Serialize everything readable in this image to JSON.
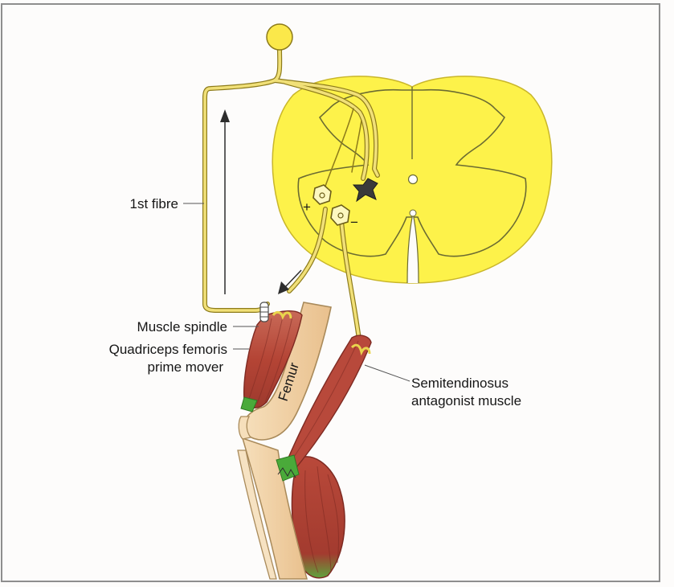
{
  "labels": {
    "first_fibre": "1st fibre",
    "muscle_spindle": "Muscle spindle",
    "quadriceps_line1": "Quadriceps femoris",
    "quadriceps_line2": "prime mover",
    "semitendinosus_line1": "Semitendinosus",
    "semitendinosus_line2": "antagonist muscle",
    "femur": "Femur",
    "plus_sign": "+",
    "minus_sign": "−"
  },
  "colors": {
    "background": "#fdfcfb",
    "border": "#8e8e8e",
    "spinal_cord": "#fdf24a",
    "grey_matter_outline": "#6b6b32",
    "nerve_fibre": "#e9d54d",
    "nerve_fibre_edge": "#8d7b1a",
    "bone": "#f1d2a6",
    "bone_outline": "#a98a5a",
    "muscle": "#b84a3c",
    "muscle_dark": "#8d2d24",
    "tendon_green": "#4aaa3a",
    "arrow": "#2d2d2d"
  }
}
